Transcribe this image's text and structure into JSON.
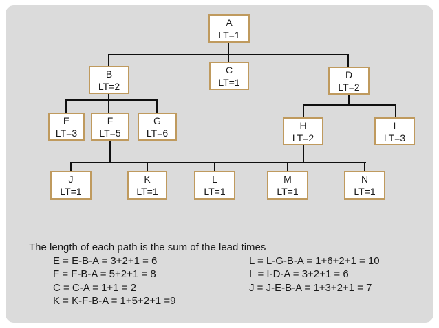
{
  "slide": {
    "background_color": "#dbdbdb",
    "frame_color": "#ffffff"
  },
  "colors": {
    "node_border": "#bf9a5e",
    "node_fill": "#ffffff",
    "connector": "#0f0f0f",
    "text": "#1a1a1a"
  },
  "tree": {
    "type": "product-structure-tree",
    "nodes": [
      {
        "id": "A",
        "label": "A",
        "lt": "LT=1",
        "parent": null
      },
      {
        "id": "B",
        "label": "B",
        "lt": "LT=2",
        "parent": "A"
      },
      {
        "id": "C",
        "label": "C",
        "lt": "LT=1",
        "parent": "A"
      },
      {
        "id": "D",
        "label": "D",
        "lt": "LT=2",
        "parent": "A"
      },
      {
        "id": "E",
        "label": "E",
        "lt": "LT=3",
        "parent": "B"
      },
      {
        "id": "F",
        "label": "F",
        "lt": "LT=5",
        "parent": "B"
      },
      {
        "id": "G",
        "label": "G",
        "lt": "LT=6",
        "parent": "B"
      },
      {
        "id": "H",
        "label": "H",
        "lt": "LT=2",
        "parent": "D"
      },
      {
        "id": "I",
        "label": "I",
        "lt": "LT=3",
        "parent": "D"
      },
      {
        "id": "J",
        "label": "J",
        "lt": "LT=1",
        "parent": "F,H"
      },
      {
        "id": "K",
        "label": "K",
        "lt": "LT=1",
        "parent": "F,H"
      },
      {
        "id": "L",
        "label": "L",
        "lt": "LT=1",
        "parent": "F,H"
      },
      {
        "id": "M",
        "label": "M",
        "lt": "LT=1",
        "parent": "F,H"
      },
      {
        "id": "N",
        "label": "N",
        "lt": "LT=1",
        "parent": "F,H"
      }
    ]
  },
  "footer": {
    "title": "The length of each path is the sum of the lead times",
    "left_column": [
      "E = E-B-A = 3+2+1 = 6",
      "F = F-B-A = 5+2+1 = 8",
      "C = C-A = 1+1 = 2",
      "K = K-F-B-A = 1+5+2+1 =9"
    ],
    "right_column": [
      "L = L-G-B-A = 1+6+2+1 = 10",
      "I  = I-D-A = 3+2+1 = 6",
      "J = J-E-B-A = 1+3+2+1 = 7"
    ]
  }
}
